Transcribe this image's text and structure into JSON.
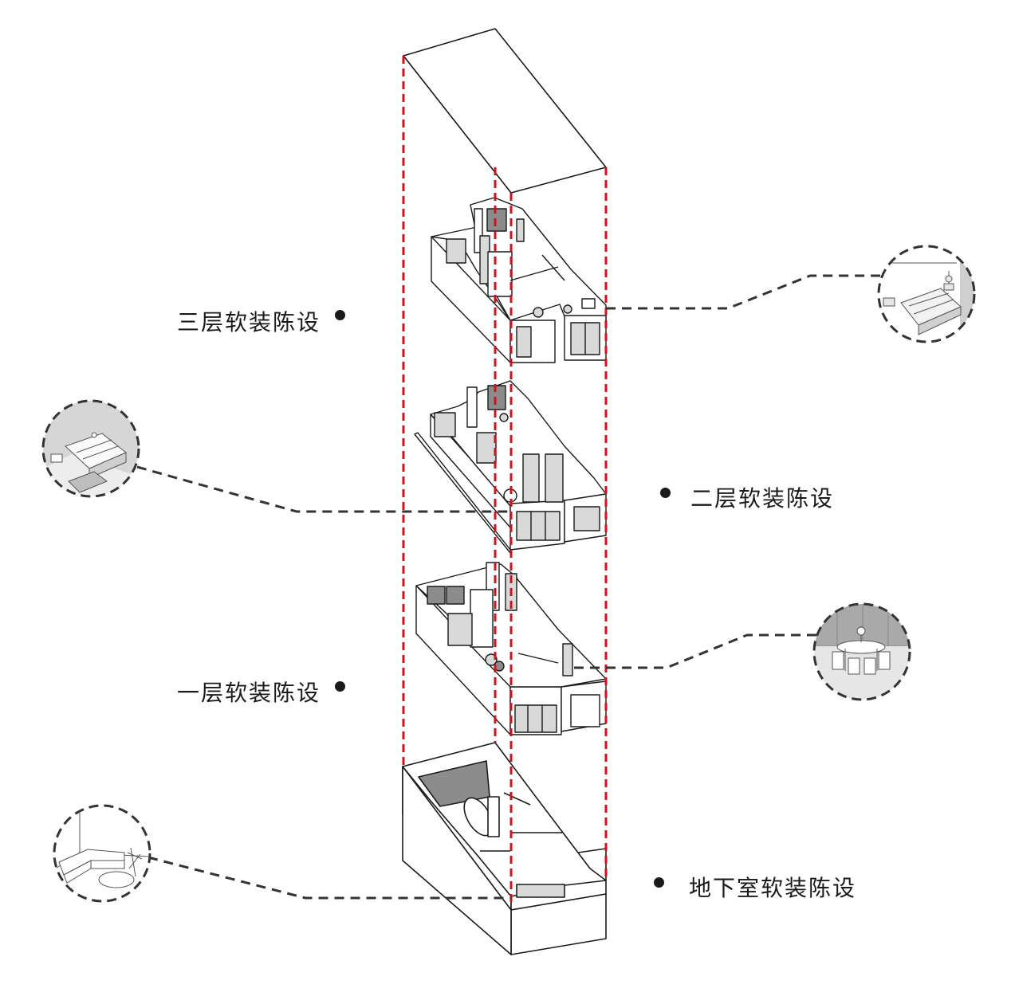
{
  "floors": {
    "third": {
      "label": "三层软装陈设"
    },
    "second": {
      "label": "二层软装陈设"
    },
    "first": {
      "label": "一层软装陈设"
    },
    "basement": {
      "label": "地下室软装陈设"
    }
  },
  "colors": {
    "guide_line": "#d0121b",
    "leader_line": "#333333",
    "outline": "#1a1a1a",
    "wall_fill": "#ffffff",
    "shade_fill": "#d9d9d9",
    "dark_fill": "#8c8c8c"
  },
  "thumbnails": [
    {
      "floor": "third",
      "scene": "bedroom-icon"
    },
    {
      "floor": "second",
      "scene": "bedroom-icon"
    },
    {
      "floor": "first",
      "scene": "dining-table-icon"
    },
    {
      "floor": "basement",
      "scene": "sofa-lounge-icon"
    }
  ]
}
